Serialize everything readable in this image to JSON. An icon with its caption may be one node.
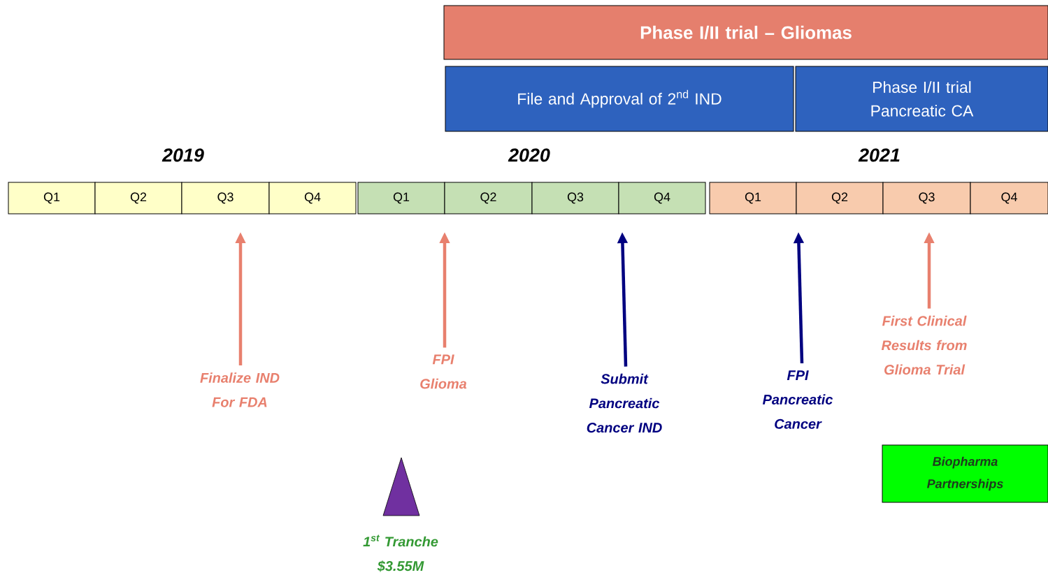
{
  "diagram": {
    "nodes": [
      {
        "text": [
          "Phase I/II trial – Gliomas"
        ]
      },
      {
        "text": [
          "File and Approval of 2$^{nd}$ IND"
        ]
      },
      {
        "text": [
          "Phase I/II trial Pancreatic CA"
        ]
      },
      {
        "text": [
          "Q1"
        ]
      },
      {
        "text": [
          "Q2"
        ]
      },
      {
        "text": [
          "Q3"
        ]
      },
      {
        "text": [
          "Q4"
        ]
      },
      {
        "text": [
          "Q1"
        ]
      },
      {
        "text": [
          "Q2"
        ]
      },
      {
        "text": [
          "Q3"
        ]
      },
      {
        "text": [
          "Q4"
        ]
      },
      {
        "text": [
          "Q1"
        ]
      },
      {
        "text": [
          "Q2"
        ]
      },
      {
        "text": [
          "Q3"
        ]
      },
      {
        "text": [
          "Q4"
        ]
      },
      {
        "text": [
          "Finalize IND For FDA"
        ]
      },
      {
        "text": [
          "FPI Glioma"
        ]
      },
      {
        "text": [
          "Submit Pancreatic Cancer IND"
        ]
      },
      {
        "text": [
          "FPI Pancreatic Cancer"
        ]
      },
      {
        "text": [
          "First Clinical Results from Glioma Trial"
        ]
      },
      {
        "text": [
          "Biopharma Partnerships"
        ]
      },
      {
        "text": [],
        "shape": "triangle",
        "beside": [
          "1$^{st}$ Tranche $3.55M"
        ]
      }
    ],
    "edges": [
      {
        "from": 15,
        "to": null,
        "arrow": "to"
      },
      {
        "from": 16,
        "to": null,
        "arrow": "to"
      },
      {
        "from": 17,
        "to": null,
        "arrow": "to",
        "color": "#000080"
      },
      {
        "from": 18,
        "to": null,
        "arrow": "to",
        "color": "#000080"
      },
      {
        "from": 19,
        "to": null,
        "arrow": "to"
      }
    ],
    "labels": [
      "2019",
      "2020",
      "2021"
    ]
  }
}
